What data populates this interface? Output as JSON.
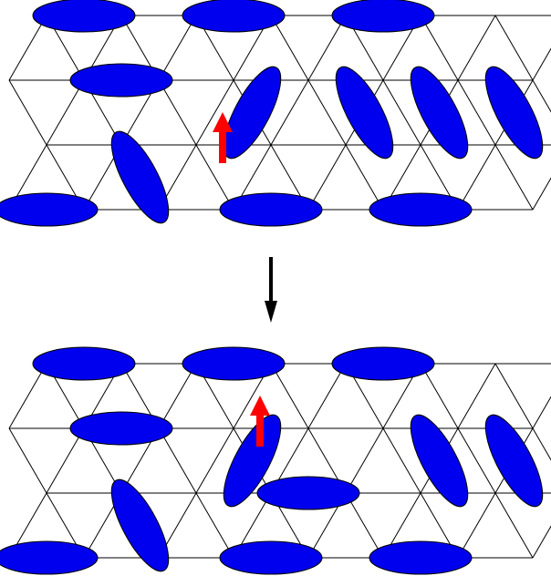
{
  "colors": {
    "background": "#ffffff",
    "lattice": "#000000",
    "dimer": "#0000ee",
    "defect_arrow": "#ff0000",
    "transition_arrow": "#000000"
  },
  "panels": [
    {
      "name": "before",
      "dimers": [
        {
          "row": 0,
          "col": 1,
          "orientation": "horizontal"
        },
        {
          "row": 0,
          "col": 3,
          "orientation": "horizontal"
        },
        {
          "row": 0,
          "col": 5,
          "orientation": "horizontal"
        },
        {
          "row": 1,
          "col": 1.5,
          "orientation": "horizontal"
        },
        {
          "row": 1.5,
          "col": 3.25,
          "orientation": "diagonal-right"
        },
        {
          "row": 1.5,
          "col": 4.75,
          "orientation": "diagonal-left"
        },
        {
          "row": 1.5,
          "col": 5.75,
          "orientation": "diagonal-left"
        },
        {
          "row": 1.5,
          "col": 6.75,
          "orientation": "diagonal-left"
        },
        {
          "row": 2.5,
          "col": 1.75,
          "orientation": "diagonal-left"
        },
        {
          "row": 3,
          "col": 0.5,
          "orientation": "horizontal"
        },
        {
          "row": 3,
          "col": 3.5,
          "orientation": "horizontal"
        },
        {
          "row": 3,
          "col": 5.5,
          "orientation": "horizontal"
        }
      ],
      "defect": {
        "row": 2,
        "col": 3.5,
        "direction": "up"
      }
    },
    {
      "name": "after",
      "dimers": [
        {
          "row": 0,
          "col": 1,
          "orientation": "horizontal"
        },
        {
          "row": 0,
          "col": 3,
          "orientation": "horizontal"
        },
        {
          "row": 0,
          "col": 5,
          "orientation": "horizontal"
        },
        {
          "row": 1,
          "col": 1.5,
          "orientation": "horizontal"
        },
        {
          "row": 1.5,
          "col": 3.25,
          "orientation": "diagonal-right"
        },
        {
          "row": 1.5,
          "col": 5.75,
          "orientation": "diagonal-left"
        },
        {
          "row": 1.5,
          "col": 6.75,
          "orientation": "diagonal-left"
        },
        {
          "row": 2,
          "col": 4,
          "orientation": "horizontal"
        },
        {
          "row": 2.5,
          "col": 1.75,
          "orientation": "diagonal-left"
        },
        {
          "row": 3,
          "col": 0.5,
          "orientation": "horizontal"
        },
        {
          "row": 3,
          "col": 3.5,
          "orientation": "horizontal"
        },
        {
          "row": 3,
          "col": 5.5,
          "orientation": "horizontal"
        }
      ],
      "defect": {
        "row": 1,
        "col": 4,
        "direction": "up"
      }
    }
  ],
  "transition": {
    "direction": "down"
  }
}
